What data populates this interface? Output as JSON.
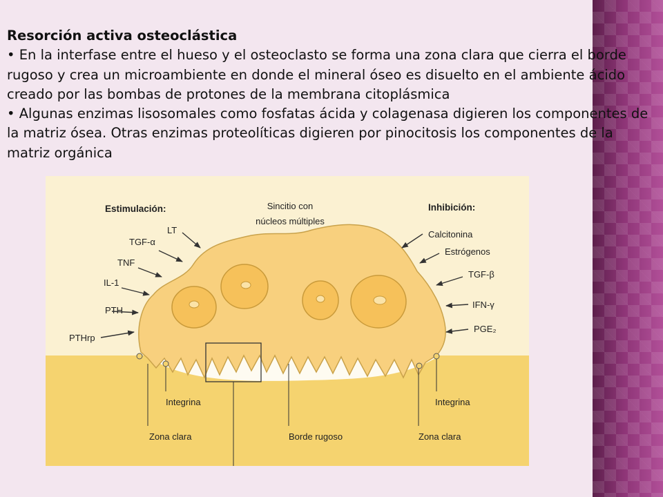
{
  "slide": {
    "title": "Resorción activa osteoclástica",
    "bullets": [
      "• En la interfase entre el hueso y el osteoclasto se forma una zona clara que cierra el borde rugoso y crea un microambiente en donde el mineral óseo es disuelto en el ambiente ácido creado por las bombas de protones de la membrana citoplásmica",
      "• Algunas enzimas lisosomales como fosfatas ácida y colagenasa digieren los componentes de la matriz ósea. Otras enzimas proteolíticas digieren por pinocitosis los componentes de la matriz orgánica"
    ]
  },
  "figure": {
    "stimulation_header": "Estimulación:",
    "stimulators": [
      "LT",
      "TGF-α",
      "TNF",
      "IL-1",
      "PTH",
      "PTHrp"
    ],
    "syncytium_label": [
      "Sincitio con",
      "núcleos múltiples"
    ],
    "inhibition_header": "Inhibición:",
    "inhibitors": [
      "Calcitonina",
      "Estrógenos",
      "TGF-β",
      "IFN-γ",
      "PGE₂"
    ],
    "bottom_labels": {
      "integrin_left": "Integrina",
      "clear_zone_left": "Zona clara",
      "ruffled_border": "Borde rugoso",
      "integrin_right": "Integrina",
      "clear_zone_right": "Zona clara"
    }
  },
  "colors": {
    "background": "#f3e6ef",
    "figure_background": "#fbf1d2",
    "bone": "#f5d36f",
    "osteoclast": "#f8d07e",
    "nucleus": "#f6c15a",
    "side_band": "#7a2a63"
  }
}
